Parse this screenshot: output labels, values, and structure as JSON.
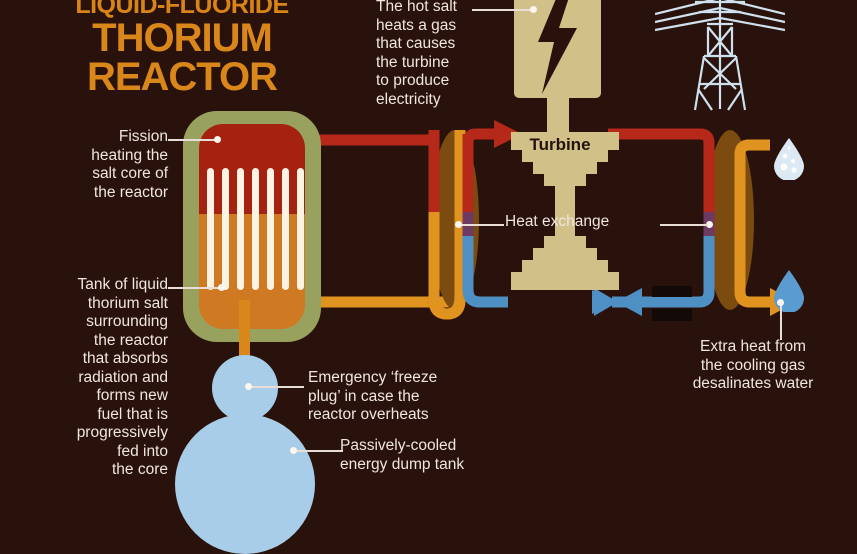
{
  "title": {
    "line1": "LIQUID-FLUORIDE",
    "line2": "THORIUM",
    "line3": "REACTOR"
  },
  "labels": {
    "fission": "Fission\nheating the\nsalt core of\nthe reactor",
    "tank": "Tank of liquid\nthorium salt\nsurrounding\nthe reactor\nthat absorbs\nradiation  and\nforms new\nfuel that is\nprogressively\nfed into\nthe core",
    "hot_salt": "The hot salt\nheats a gas\nthat causes\nthe turbine\nto produce\nelectricity",
    "heat_exchange": "Heat exchange",
    "turbine": "Turbine",
    "extra_heat": "Extra heat from\nthe cooling gas\ndesalinates water",
    "freeze_plug": "Emergency ‘freeze\nplug’ in case the\nreactor overheats",
    "dump_tank": "Passively-cooled\nenergy dump tank"
  },
  "icons": {
    "lightning": "lightning-bolt-icon",
    "pylon": "transmission-pylon-icon",
    "salty_droplet": "salty-water-droplet-icon",
    "fresh_droplet": "fresh-water-droplet-icon"
  },
  "colors": {
    "background": "#2a120c",
    "title_orange": "#d9861a",
    "vessel_olive": "#98a15d",
    "core_red": "#a4220f",
    "salt_orange": "#cf7a22",
    "heat_exchanger_brown": "#7b4b10",
    "machine_tan": "#d2c089",
    "water_blue": "#a8cde9",
    "pipe_hot": "#b5281a",
    "pipe_cool": "#4e8fc4",
    "pipe_warm": "#e0941f",
    "pipe_mid": "#6d3a63",
    "label_text": "#efe6e0"
  },
  "rods": {
    "count": 7,
    "label": "control-rod"
  }
}
